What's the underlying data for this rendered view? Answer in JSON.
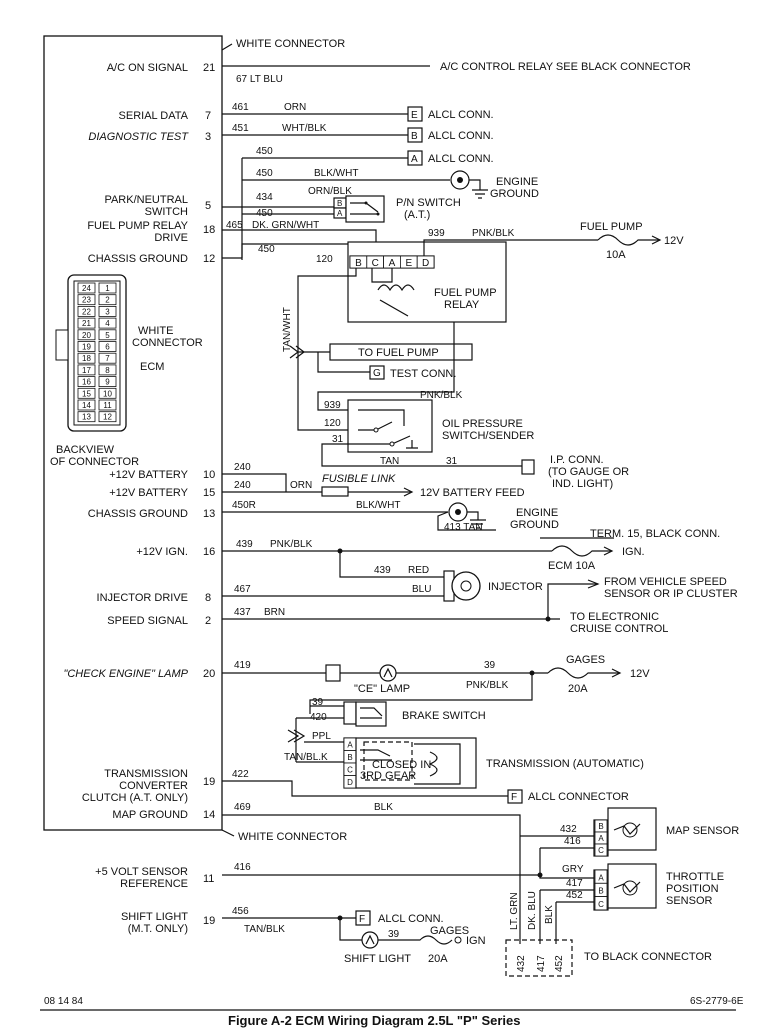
{
  "ecm": {
    "header_connector": "WHITE CONNECTOR",
    "footer_connector": "WHITE CONNECTOR",
    "ecm_label": "ECM",
    "white_connector_label": [
      "WHITE",
      "CONNECTOR"
    ],
    "backview_label": [
      "BACKVIEW",
      "OF CONNECTOR"
    ],
    "connector_pins": [
      "24",
      "1",
      "23",
      "2",
      "22",
      "3",
      "21",
      "4",
      "20",
      "5",
      "19",
      "6",
      "18",
      "7",
      "17",
      "8",
      "16",
      "9",
      "15",
      "10",
      "14",
      "11",
      "13",
      "12"
    ],
    "terminals": [
      {
        "label": [
          "A/C ON SIGNAL"
        ],
        "pin": "21"
      },
      {
        "label": [
          "SERIAL DATA"
        ],
        "pin": "7"
      },
      {
        "label": [
          "DIAGNOSTIC TEST"
        ],
        "pin": "3"
      },
      {
        "label": [
          "PARK/NEUTRAL",
          "SWITCH"
        ],
        "pin": "5"
      },
      {
        "label": [
          "FUEL PUMP RELAY",
          "DRIVE"
        ],
        "pin": "18"
      },
      {
        "label": [
          "CHASSIS GROUND"
        ],
        "pin": "12"
      },
      {
        "label": [
          "+12V BATTERY"
        ],
        "pin": "10"
      },
      {
        "label": [
          "+12V BATTERY"
        ],
        "pin": "15"
      },
      {
        "label": [
          "CHASSIS GROUND"
        ],
        "pin": "13"
      },
      {
        "label": [
          "+12V IGN."
        ],
        "pin": "16"
      },
      {
        "label": [
          "INJECTOR DRIVE"
        ],
        "pin": "8"
      },
      {
        "label": [
          "SPEED SIGNAL"
        ],
        "pin": "2"
      },
      {
        "label": [
          "\"CHECK ENGINE\" LAMP"
        ],
        "pin": "20"
      },
      {
        "label": [
          "TRANSMISSION",
          "CONVERTER",
          "CLUTCH (A.T. ONLY)"
        ],
        "pin": "19"
      },
      {
        "label": [
          "MAP GROUND"
        ],
        "pin": "14"
      },
      {
        "label": [
          "+5 VOLT SENSOR",
          "REFERENCE"
        ],
        "pin": "11"
      },
      {
        "label": [
          "SHIFT LIGHT",
          "(M.T. ONLY)"
        ],
        "pin": "19"
      }
    ]
  },
  "wires": {
    "w67": "67 LT BLU",
    "w461": "461",
    "orn": "ORN",
    "w451": "451",
    "wht_blk": "WHT/BLK",
    "w450a": "450",
    "w450b": "450",
    "blk_wht": "BLK/WHT",
    "w434": "434",
    "orn_blk": "ORN/BLK",
    "w450c": "450",
    "w465": "465",
    "dk_grn_wht": "DK. GRN/WHT",
    "w450d": "450",
    "w939a": "939",
    "pnk_blk_a": "PNK/BLK",
    "w120a": "120",
    "tan_wht": "TAN/WHT",
    "pnk_blk_b": "PNK/BLK",
    "w939b": "939",
    "w120b": "120",
    "w31a": "31",
    "tan_a": "TAN",
    "w31b": "31",
    "w240a": "240",
    "w240b": "240",
    "orn2": "ORN",
    "fusible": "FUSIBLE LINK",
    "w450r": "450R",
    "blk_wht2": "BLK/WHT",
    "w413": "413 TAN",
    "w439a": "439",
    "pnk_blk_c": "PNK/BLK",
    "w439b": "439",
    "red": "RED",
    "w467": "467",
    "blu": "BLU",
    "w437": "437",
    "brn": "BRN",
    "w419": "419",
    "w39a": "39",
    "pnk_blk_d": "PNK/BLK",
    "w39b": "39",
    "w420": "420",
    "ppl": "PPL",
    "tan_blk_a": "TAN/BL.K",
    "w422": "422",
    "w469": "469",
    "blk": "BLK",
    "w432": "432",
    "w416a": "416",
    "w416b": "416",
    "gry": "GRY",
    "w417": "417",
    "w452": "452",
    "lt_grn": "LT. GRN",
    "dk_blu": "DK. BLU",
    "blk_v": "BLK",
    "w456": "456",
    "tan_blk_b": "TAN/BLK",
    "w39c": "39"
  },
  "components": {
    "ac_relay": "A/C CONTROL RELAY SEE BLACK CONNECTOR",
    "alcl1": "ALCL CONN.",
    "alcl2": "ALCL CONN.",
    "alcl3": "ALCL CONN.",
    "engine_ground": [
      "ENGINE",
      "GROUND"
    ],
    "pn_switch": [
      "P/N SWITCH",
      "(A.T.)"
    ],
    "fuel_pump": "FUEL PUMP",
    "fuse_10a_a": "10A",
    "plus12v_a": "12V",
    "fuel_pump_relay": [
      "FUEL PUMP",
      "RELAY"
    ],
    "to_fuel_pump": "TO FUEL PUMP",
    "test_conn": "TEST CONN.",
    "oil_pressure": [
      "OIL PRESSURE",
      "SWITCH/SENDER"
    ],
    "ip_conn": [
      "I.P. CONN.",
      "(TO GAUGE OR",
      "IND. LIGHT)"
    ],
    "battery_feed": "12V BATTERY FEED",
    "engine_ground2": [
      "ENGINE",
      "GROUND"
    ],
    "term15": "TERM. 15, BLACK CONN.",
    "ign": "IGN.",
    "ecm_10a": "ECM 10A",
    "injector": "INJECTOR",
    "vss": [
      "FROM VEHICLE SPEED",
      "SENSOR OR IP CLUSTER"
    ],
    "cruise": [
      "TO ELECTRONIC",
      "CRUISE CONTROL"
    ],
    "gages": "GAGES",
    "fuse_20a": "20A",
    "plus12v_b": "12V",
    "ce_lamp": "\"CE\" LAMP",
    "brake_switch": "BRAKE SWITCH",
    "closed_in": [
      "CLOSED IN",
      "3RD GEAR"
    ],
    "transmission": "TRANSMISSION (AUTOMATIC)",
    "alcl_connector": "ALCL CONNECTOR",
    "map_sensor": "MAP SENSOR",
    "tps": [
      "THROTTLE",
      "POSITION",
      "SENSOR"
    ],
    "to_black": "TO BLACK CONNECTOR",
    "alcl4": "ALCL CONN.",
    "shift_light": "SHIFT LIGHT",
    "gages2": "GAGES",
    "ign2": "IGN",
    "fuse_20a_b": "20A"
  },
  "connector_letters": {
    "alcl_e": "E",
    "alcl_b": "B",
    "alcl_a": "A",
    "alcl_f": "F",
    "alcl_f2": "F",
    "test_g": "G",
    "pn_b": "B",
    "pn_a": "A",
    "relay": [
      "B",
      "C",
      "A",
      "E",
      "D"
    ],
    "trans": [
      "A",
      "B",
      "C",
      "D"
    ],
    "map": [
      "B",
      "A",
      "C"
    ],
    "tps": [
      "A",
      "B",
      "C"
    ],
    "black_conn": [
      "432",
      "417",
      "452"
    ]
  },
  "footer": {
    "date": "08 14 84",
    "part_no": "6S-2779-6E",
    "caption": "Figure A-2 ECM Wiring Diagram 2.5L \"P\" Series"
  }
}
